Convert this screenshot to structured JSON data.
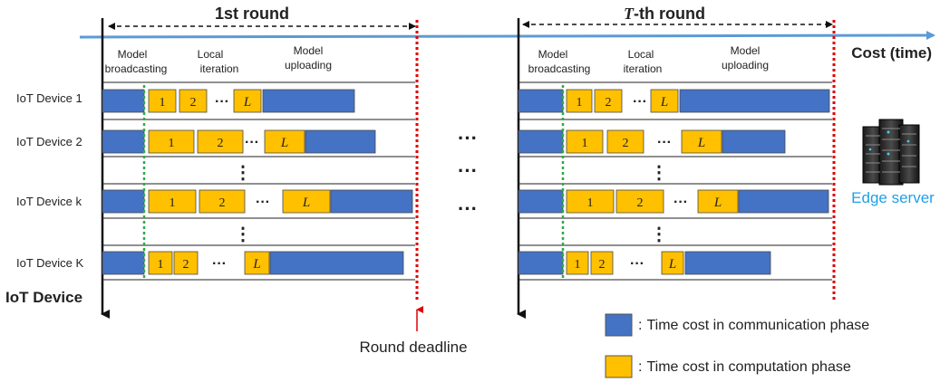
{
  "header": {
    "round1_title": "1st round",
    "roundT_var": "T",
    "roundT_suffix": "-th round",
    "cost_axis_label": "Cost (time)",
    "device_axis_label": "IoT Device"
  },
  "phases": {
    "broadcast_line1": "Model",
    "broadcast_line2": "broadcasting",
    "local_line1": "Local",
    "local_line2": "iteration",
    "upload_line1": "Model",
    "upload_line2": "uploading"
  },
  "devices": [
    {
      "label": "IoT Device 1"
    },
    {
      "label": "IoT Device 2"
    },
    {
      "label": "IoT Device k"
    },
    {
      "label": "IoT Device K"
    }
  ],
  "task_labels": {
    "first": "1",
    "second": "2",
    "last": "L",
    "ellipsis": "···"
  },
  "vertical_ellipsis": "⋮",
  "round_gap_ellipsis": "···",
  "round_deadline": "Round deadline",
  "edge_server": {
    "label": "Edge server",
    "icon": "server-rack-icon",
    "label_color": "#1fa0e6"
  },
  "legend": {
    "communication": "Time cost in communication phase",
    "computation": "Time cost in computation phase",
    "separator": ":"
  },
  "colors": {
    "communication": "#4472c4",
    "computation": "#ffc000",
    "cost_axis": "#5b9bd5",
    "deadline": "#e00000",
    "broadcast_divider": "#2eaa4a"
  }
}
